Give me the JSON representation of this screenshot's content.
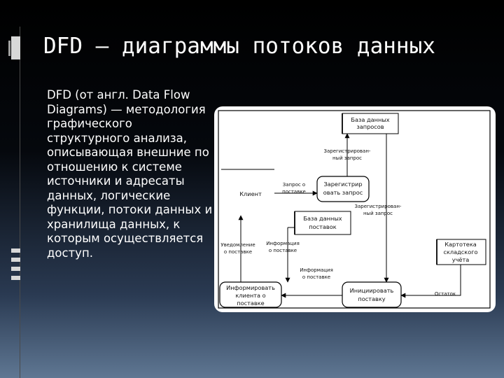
{
  "slide": {
    "title": "DFD – диаграммы потоков данных",
    "body": "DFD (от англ. Data Flow Diagrams) — методология графического структурного анализа, описывающая внешние по отношению к системе источники и адресаты данных, логические функции, потоки данных и хранилища данных, к которым осуществляется доступ."
  },
  "diagram": {
    "nodes": {
      "requests_db": [
        "База данных",
        "запросов"
      ],
      "register_request": [
        "Зарегистрир",
        "овать запрос"
      ],
      "client": "Клиент",
      "supplies_db": [
        "База данных",
        "поставок"
      ],
      "warehouse_card": [
        "Картотека",
        "складского",
        "учёта"
      ],
      "notify_client": [
        "Информировать",
        "клиента о",
        "поставке"
      ],
      "initiate_supply": [
        "Инициировать",
        "поставку"
      ]
    },
    "flows": {
      "registered_request": [
        "Зарегистрирован-",
        "ный запрос"
      ],
      "supply_request": [
        "Запрос о",
        "поставке"
      ],
      "registered_request_2": [
        "Зарегистрирован-",
        "ный запрос"
      ],
      "supply_notice": [
        "Уведомление",
        "о поставке"
      ],
      "supply_info": [
        "Информация",
        "о поставке"
      ],
      "supply_info_2": [
        "Информация",
        "о поставке"
      ],
      "stock": "Остаток"
    }
  }
}
